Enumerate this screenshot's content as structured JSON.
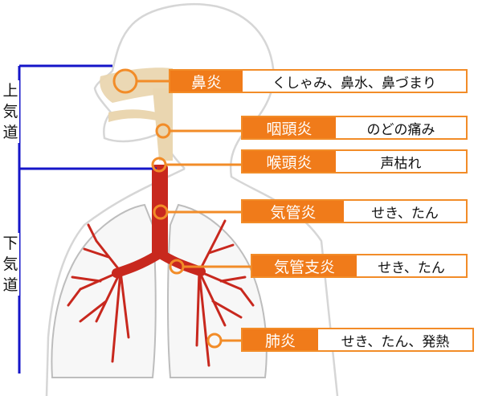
{
  "regions": {
    "upper": [
      "上",
      "気",
      "道"
    ],
    "lower": [
      "下",
      "気",
      "道"
    ]
  },
  "diseases": [
    {
      "name": "鼻炎",
      "symptom": "くしゃみ、鼻水、鼻づまり"
    },
    {
      "name": "咽頭炎",
      "symptom": "のどの痛み"
    },
    {
      "name": "喉頭炎",
      "symptom": "声枯れ"
    },
    {
      "name": "気管炎",
      "symptom": "せき、たん"
    },
    {
      "name": "気管支炎",
      "symptom": "せき、たん"
    },
    {
      "name": "肺炎",
      "symptom": "せき、たん、発熱"
    }
  ],
  "colors": {
    "accent": "#F07B1A",
    "bracket": "#1515C8",
    "airway": "#C8281E",
    "head": "#EAD6B0"
  }
}
